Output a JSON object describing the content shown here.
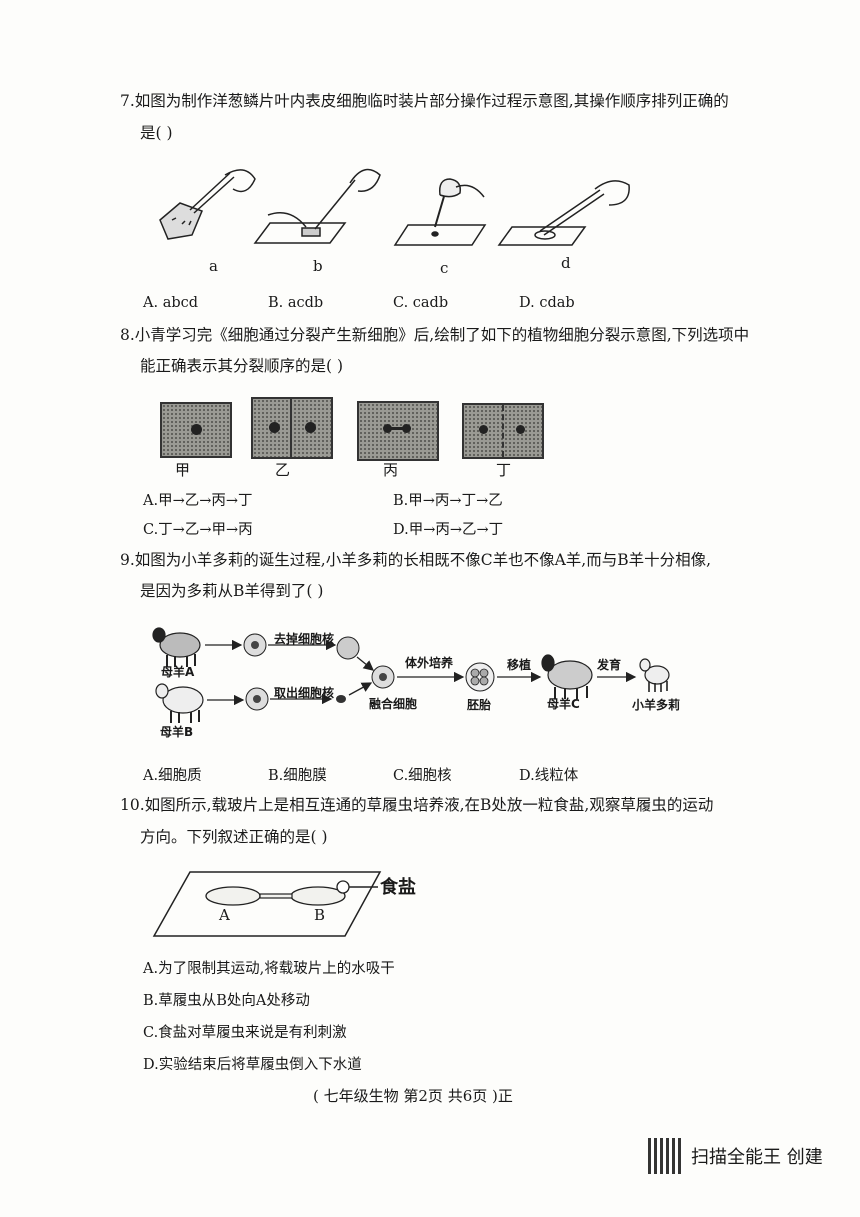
{
  "q7": {
    "line1": "7.如图为制作洋葱鳞片叶内表皮细胞临时装片部分操作过程示意图,其操作顺序排列正确的",
    "line2": "是(      )",
    "fig_labels": [
      "a",
      "b",
      "c",
      "d"
    ],
    "options": [
      "A. abcd",
      "B. acdb",
      "C. cadb",
      "D. cdab"
    ]
  },
  "q8": {
    "line1": "8.小青学习完《细胞通过分裂产生新细胞》后,绘制了如下的植物细胞分裂示意图,下列选项中",
    "line2": "能正确表示其分裂顺序的是(      )",
    "fig_labels": [
      "甲",
      "乙",
      "丙",
      "丁"
    ],
    "options": [
      "A.甲→乙→丙→丁",
      "B.甲→丙→丁→乙",
      "C.丁→乙→甲→丙",
      "D.甲→丙→乙→丁"
    ]
  },
  "q9": {
    "line1": "9.如图为小羊多莉的诞生过程,小羊多莉的长相既不像C羊也不像A羊,而与B羊十分相像,",
    "line2": "是因为多莉从B羊得到了(      )",
    "fig": {
      "sheep_a": "母羊A",
      "sheep_b": "母羊B",
      "remove_nucleus": "去掉细胞核",
      "take_nucleus": "取出细胞核",
      "fused_cell": "融合细胞",
      "culture": "体外培养",
      "embryo": "胚胎",
      "transplant": "移植",
      "sheep_c": "母羊C",
      "develop": "发育",
      "dolly": "小羊多莉"
    },
    "options": [
      "A.细胞质",
      "B.细胞膜",
      "C.细胞核",
      "D.线粒体"
    ]
  },
  "q10": {
    "line1": "10.如图所示,载玻片上是相互连通的草履虫培养液,在B处放一粒食盐,观察草履虫的运动",
    "line2": "方向。下列叙述正确的是(      )",
    "fig": {
      "salt": "食盐",
      "a": "A",
      "b": "B"
    },
    "options": [
      "A.为了限制其运动,将载玻片上的水吸干",
      "B.草履虫从B处向A处移动",
      "C.食盐对草履虫来说是有利刺激",
      "D.实验结束后将草履虫倒入下水道"
    ]
  },
  "footer": "( 七年级生物   第2页   共6页 )正",
  "watermark": "扫描全能王 创建"
}
